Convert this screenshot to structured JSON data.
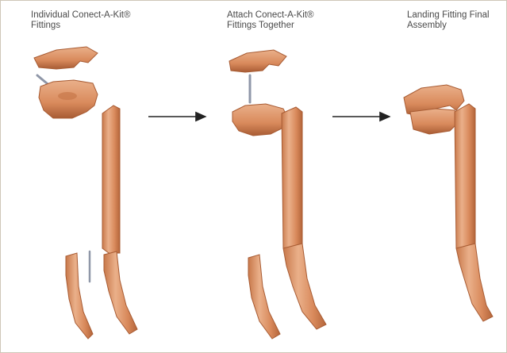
{
  "steps": [
    {
      "label": "Individual Conect-A-Kit®\nFittings"
    },
    {
      "label": "Attach Conect-A-Kit®\nFittings Together"
    },
    {
      "label": "Landing Fitting Final\nAssembly"
    }
  ],
  "colors": {
    "wood_light": "#e8a77c",
    "wood_mid": "#d98a5c",
    "wood_dark": "#b4653a",
    "arrow": "#222222",
    "dowel": "#8f97a8",
    "border": "#cfc6b8"
  }
}
